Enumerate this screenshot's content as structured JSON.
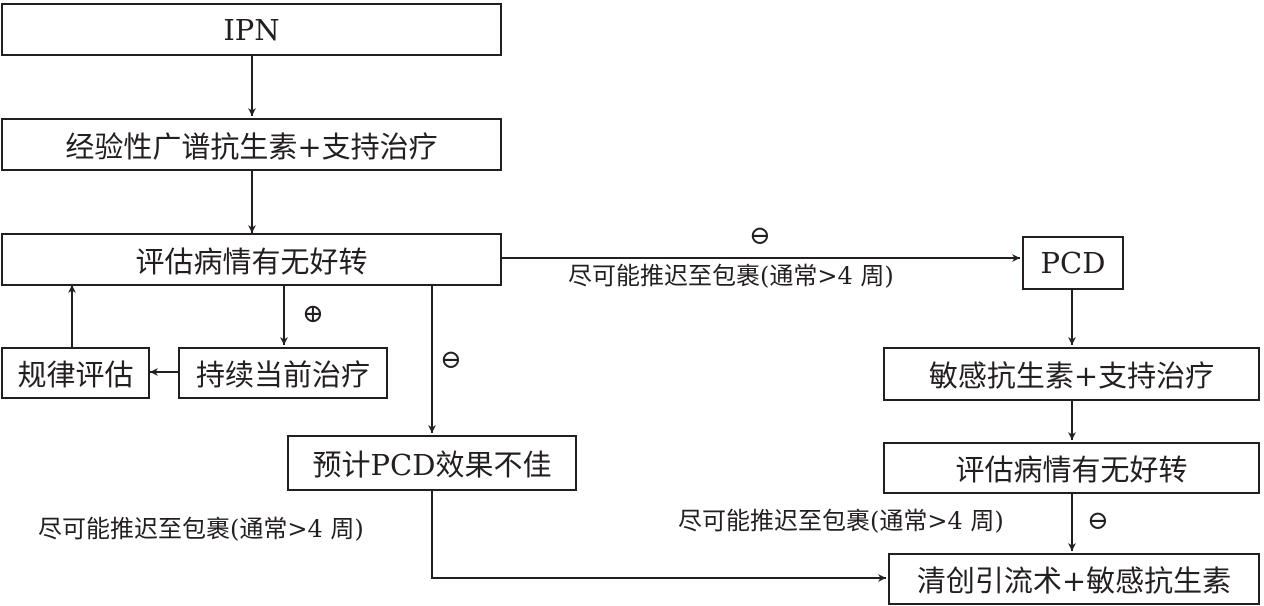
{
  "nodes": {
    "ipn": "IPN",
    "empiric_antibiotics": "经验性广谱抗生素+支持治疗",
    "assess_1": "评估病情有无好转",
    "continue_treatment": "持续当前治疗",
    "regular_assessment": "规律评估",
    "pcd_poor": "预计PCD效果不佳",
    "pcd": "PCD",
    "sensitive_antibiotics": "敏感抗生素+支持治疗",
    "assess_2": "评估病情有无好转",
    "debridement": "清创引流术+敏感抗生素"
  },
  "edge_labels": {
    "to_pcd": "尽可能推迟至包裹(通常>4 周)",
    "to_debridement_left": "尽可能推迟至包裹(通常>4 周)",
    "to_debridement_right": "尽可能推迟至包裹(通常>4 周)"
  },
  "symbols": {
    "positive": "⊕",
    "negative": "⊖"
  }
}
